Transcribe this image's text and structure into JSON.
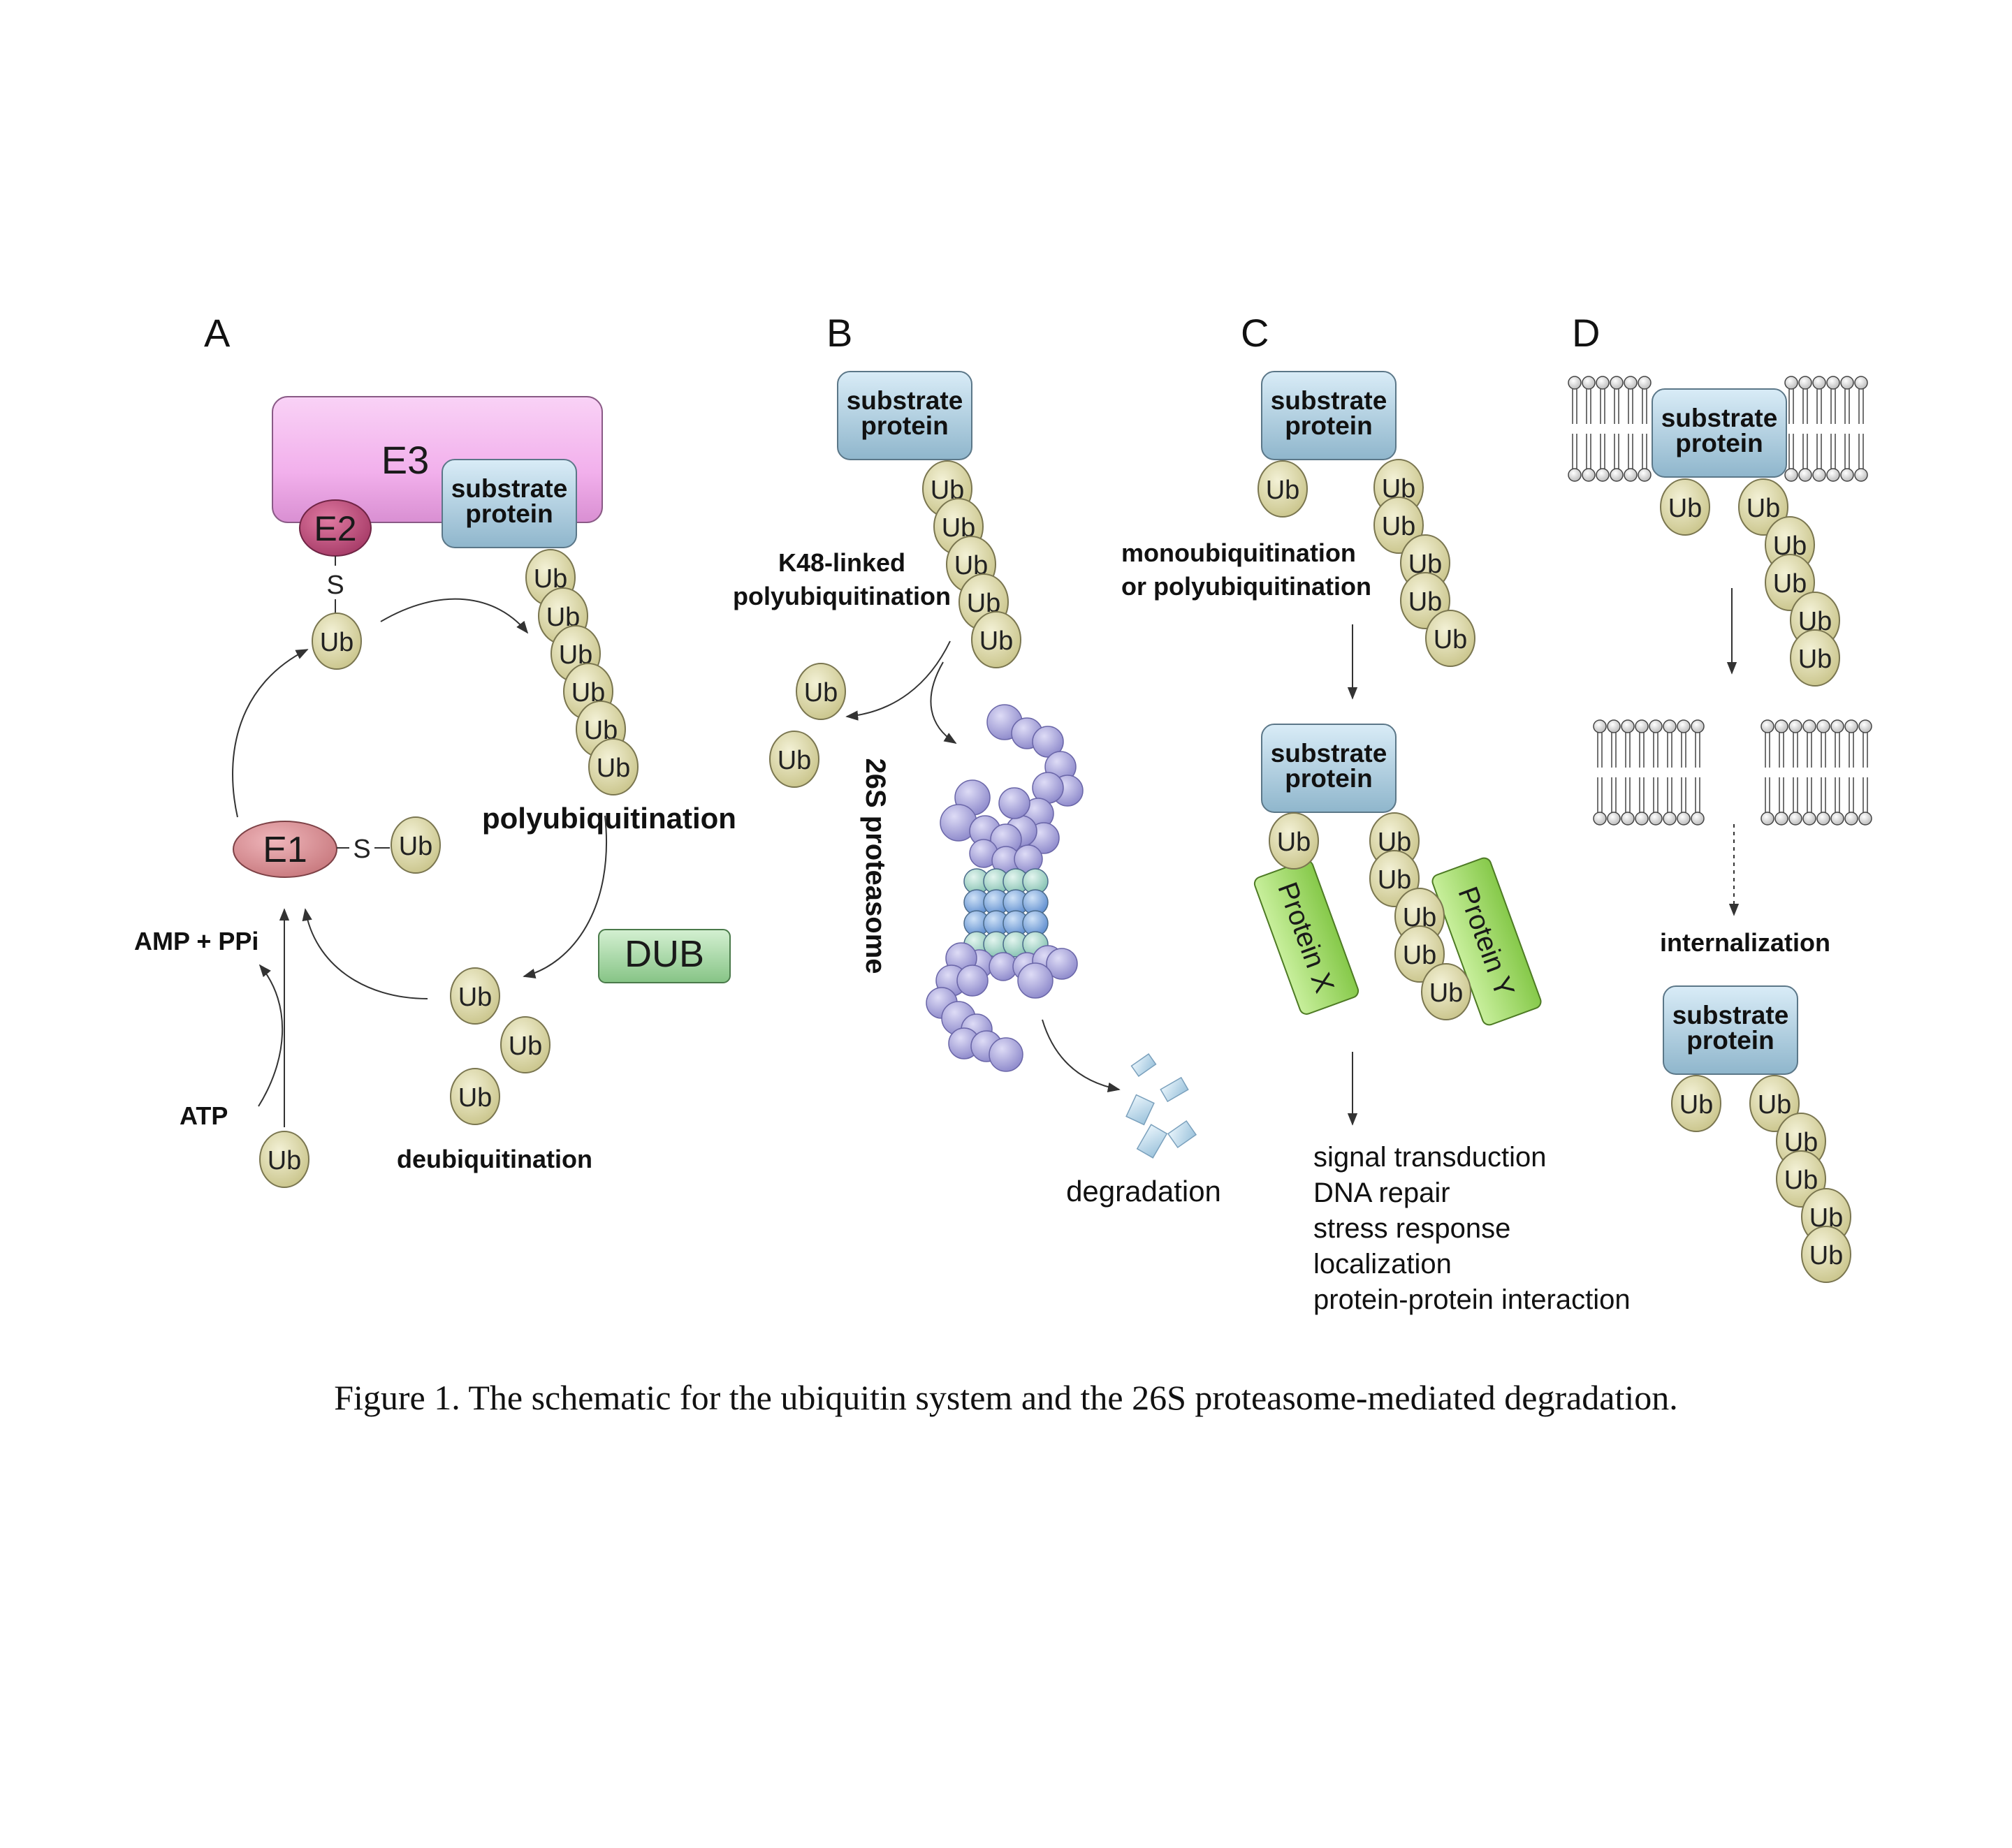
{
  "panels": {
    "a": "A",
    "b": "B",
    "c": "C",
    "d": "D"
  },
  "labels": {
    "e3": "E3",
    "e2": "E2",
    "e1": "E1",
    "sulfur": "S",
    "ub": "Ub",
    "substrate_line1": "substrate",
    "substrate_line2": "protein",
    "dub": "DUB",
    "atp": "ATP",
    "amp_ppi": "AMP + PPi",
    "polyubiquitination": "polyubiquitination",
    "deubiquitination": "deubiquitination",
    "k48_line1": "K48-linked",
    "k48_line2": "polyubiquitination",
    "proteasome": "26S proteasome",
    "degradation": "degradation",
    "mono_line1": "monoubiquitination",
    "mono_line2": "or polyubiquitination",
    "protein_x": "Protein X",
    "protein_y": "Protein Y",
    "internalization": "internalization"
  },
  "functions": [
    "signal transduction",
    "DNA repair",
    "stress response",
    "localization",
    "protein-protein interaction"
  ],
  "caption": "Figure 1. The schematic for the ubiquitin system and the 26S proteasome-mediated degradation.",
  "colors": {
    "e3": "#f4b3ee",
    "e2": "#c0507e",
    "e1": "#d98f96",
    "ub": "#dbd7a8",
    "substrate": "#a9cde0",
    "dub": "#a8d9a8",
    "protein_xy": "#a5dc6a",
    "proteasome_lilac": "#a9a6dc",
    "proteasome_blue": "#7fa7da",
    "proteasome_teal": "#a8d8cc",
    "fragment": "#b9d8ec"
  }
}
